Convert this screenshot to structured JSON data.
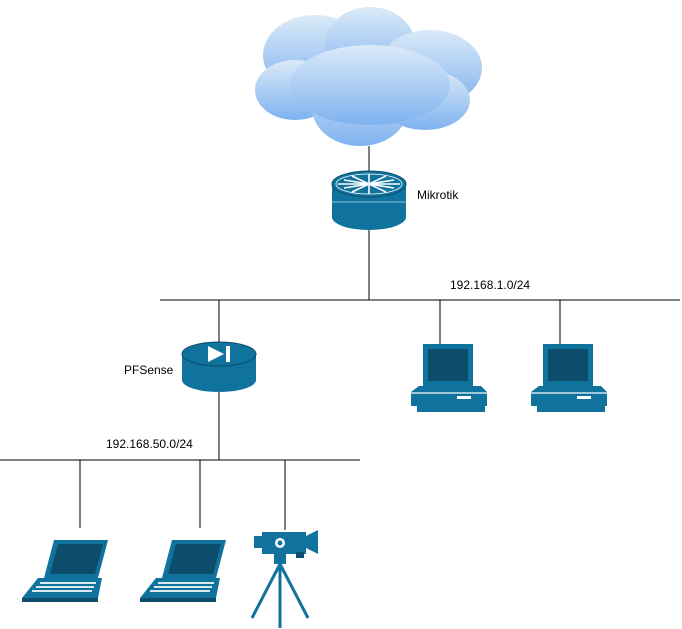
{
  "colors": {
    "device_blue": "#10739e",
    "device_dark": "#0b4d6a",
    "cloud_light": "#dbeaf8",
    "cloud_dark": "#7fb2ef",
    "line": "#000000"
  },
  "nodes": {
    "internet": {
      "icon": "cloud-icon"
    },
    "mikrotik": {
      "label": "Mikrotik",
      "icon": "router-icon"
    },
    "pfsense": {
      "label": "PFSense",
      "icon": "firewall-router-icon"
    },
    "pc1": {
      "icon": "desktop-pc-icon"
    },
    "pc2": {
      "icon": "desktop-pc-icon"
    },
    "laptop1": {
      "icon": "laptop-icon"
    },
    "laptop2": {
      "icon": "laptop-icon"
    },
    "camera": {
      "icon": "ip-camera-tripod-icon"
    }
  },
  "networks": {
    "lan1": {
      "label": "192.168.1.0/24"
    },
    "lan2": {
      "label": "192.168.50.0/24"
    }
  }
}
